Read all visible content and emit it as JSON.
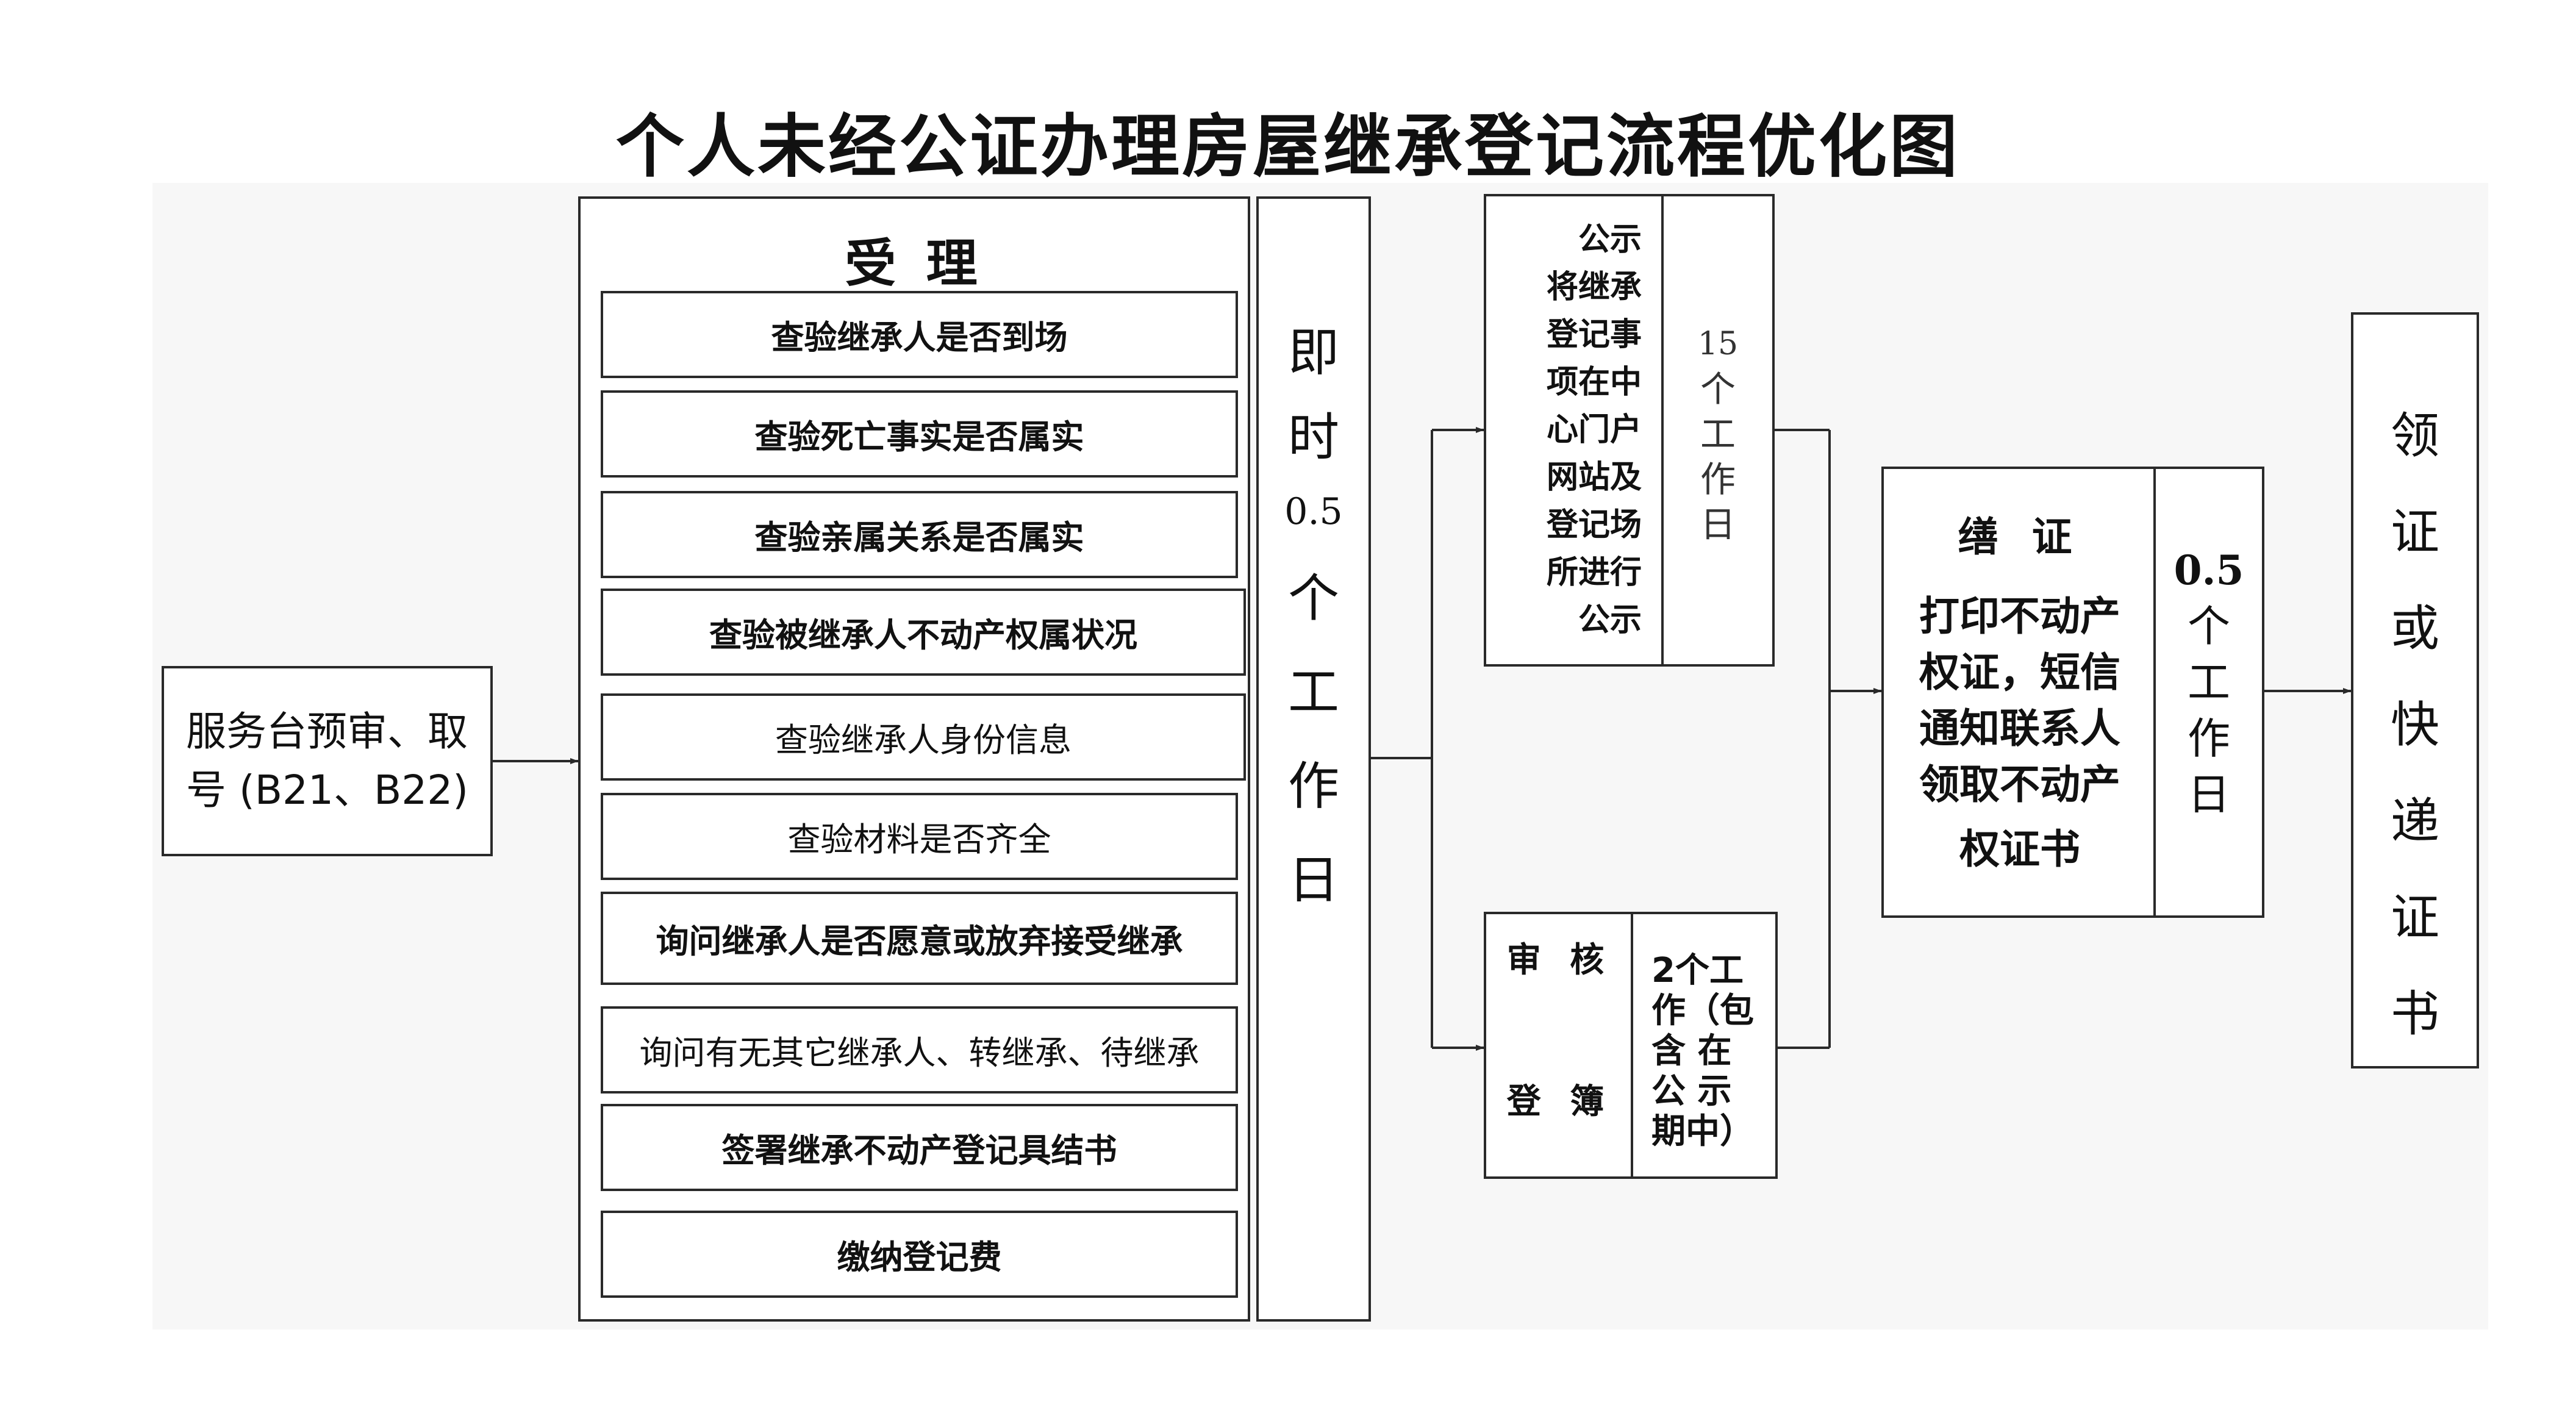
{
  "title": "个人未经公证办理房屋继承登记流程优化图",
  "start": {
    "line1": "服务台预审、取",
    "line2": "号 (B21、B22)"
  },
  "acceptance": {
    "heading": "受 理",
    "items": [
      "查验继承人是否到场",
      "查验死亡事实是否属实",
      "查验亲属关系是否属实",
      "查验被继承人不动产权属状况",
      "查验继承人身份信息",
      "查验材料是否齐全",
      "询问继承人是否愿意或放弃接受继承",
      "询问有无其它继承人、转继承、待继承",
      "签署继承不动产登记具结书",
      "缴纳登记费"
    ],
    "time": {
      "c1": "即",
      "c2": "时",
      "num": "0.5",
      "c3": "个",
      "c4": "工",
      "c5": "作",
      "c6": "日"
    }
  },
  "publicity": {
    "lines": [
      "公示",
      "将继承",
      "登记事",
      "项在中",
      "心门户",
      "网站及",
      "登记场",
      "所进行",
      "公示"
    ],
    "time": {
      "num": "15",
      "c1": "个",
      "c2": "工",
      "c3": "作",
      "c4": "日"
    }
  },
  "review": {
    "row1": "审 核",
    "row2": "登 簿",
    "time": {
      "l1": "2个工",
      "l2": "作（包",
      "l3": "含 在",
      "l4": "公 示",
      "l5": "期中）"
    }
  },
  "certificate": {
    "heading": "缮 证",
    "lines": [
      "打印不动产",
      "权证，短信",
      "通知联系人",
      "领取不动产",
      "权证书"
    ],
    "time": {
      "num": "0.5",
      "c1": "个",
      "c2": "工",
      "c3": "作",
      "c4": "日"
    }
  },
  "final": {
    "chars": [
      "领",
      "证",
      "或",
      "快",
      "递",
      "证",
      "书"
    ]
  }
}
